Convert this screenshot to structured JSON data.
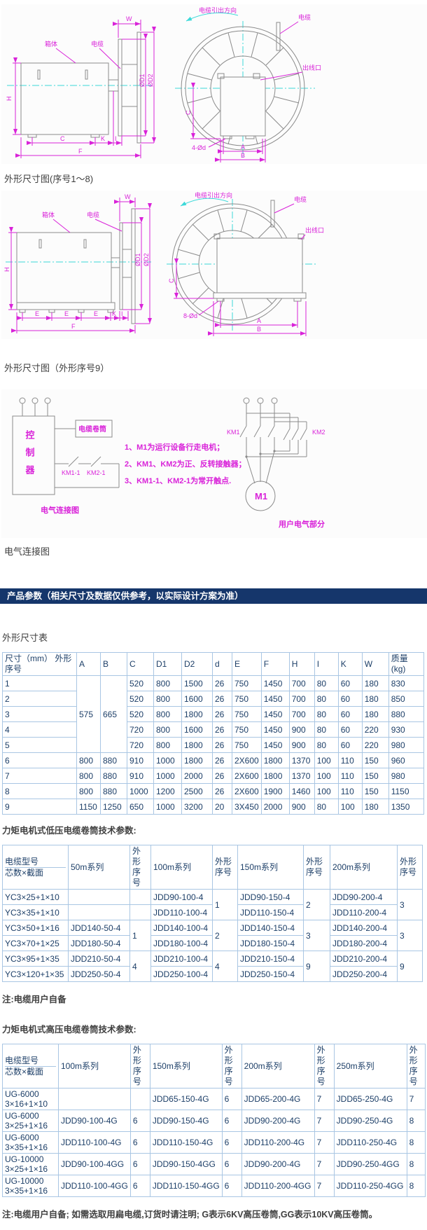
{
  "banner": {
    "title": "产品参数（相关尺寸及数据仅供参考，以实际设计方案为准）"
  },
  "sections": {
    "dim_table_title": "外形尺寸表",
    "lv_title": "力矩电机式低压电缆卷筒技术参数:",
    "lv_note": "注:电缆用户自备",
    "hv_title": "力矩电机式高压电缆卷筒技术参数:",
    "hv_note": "注:电缆用户自备; 如需选取用扁电缆,订货时请注明; G表示6KV高压卷筒,GG表示10KV高压卷筒。"
  },
  "colors": {
    "banner_bg": "#15366b",
    "table_border": "#a9c6e3",
    "table_text": "#1d3f68",
    "dimension_line": "#d923d9",
    "centerline": "#3cd9d9",
    "drawing_line": "#8b8b8b"
  },
  "figures": {
    "fig1": {
      "caption": "外形尺寸图(序号1～8)",
      "labels": {
        "body": "箱体",
        "cable_side": "电缆",
        "w": "W",
        "h": "H",
        "c_bottom": "C",
        "k": "K",
        "i": "I",
        "f": "F",
        "d1": "ØD1",
        "d2": "ØD2",
        "direction": "电缆引出方向",
        "cable_front": "电缆",
        "outlet": "出线口",
        "c_front": "C",
        "bolts": "4-Ød",
        "a": "A",
        "b": "B"
      }
    },
    "fig2": {
      "caption": "外形尺寸图（外形序号9）",
      "labels": {
        "body": "箱体",
        "cable_side": "电缆",
        "w": "W",
        "h": "H",
        "e": "E",
        "k": "K",
        "i": "I",
        "f": "F",
        "d1": "ØD1",
        "d2": "ØD2",
        "direction": "电缆引出方向",
        "cable_front": "电缆",
        "outlet": "出线口",
        "c_front": "C",
        "bolts": "8-Ød",
        "a": "A",
        "b": "B"
      }
    },
    "fig3": {
      "caption": "电气连接图",
      "labels": {
        "controller": "控制器",
        "reel_box": "电缆卷筒",
        "km1_aux": "KM1-1",
        "km2_aux": "KM2-1",
        "note1": "1、M1为运行设备行走电机；",
        "note2": "2、KM1、KM2为正、反转接触器；",
        "note3": "3、KM1-1、KM2-1为常开触点.",
        "km1": "KM1",
        "km2": "KM2",
        "m1": "M1",
        "diagram_label": "电气连接图",
        "user_side": "用户电气部分"
      }
    }
  },
  "tables": {
    "dimensions": {
      "headers": [
        "尺寸（mm） 外形序号",
        "A",
        "B",
        "C",
        "D1",
        "D2",
        "d",
        "E",
        "F",
        "H",
        "I",
        "K",
        "W",
        "质量(kg)"
      ],
      "rows": [
        [
          "1",
          {
            "t": "575",
            "rs": 5
          },
          {
            "t": "665",
            "rs": 5
          },
          "520",
          "800",
          "1500",
          "26",
          "750",
          "1450",
          "700",
          "80",
          "60",
          "180",
          "830"
        ],
        [
          "2",
          "520",
          "800",
          "1600",
          "26",
          "750",
          "1450",
          "700",
          "80",
          "60",
          "180",
          "850"
        ],
        [
          "3",
          "520",
          "800",
          "1800",
          "26",
          "750",
          "1450",
          "700",
          "80",
          "60",
          "180",
          "880"
        ],
        [
          "4",
          "720",
          "800",
          "1600",
          "26",
          "750",
          "1450",
          "900",
          "80",
          "60",
          "220",
          "930"
        ],
        [
          "5",
          "720",
          "800",
          "1800",
          "26",
          "750",
          "1450",
          "900",
          "80",
          "60",
          "220",
          "980"
        ],
        [
          "6",
          "800",
          "880",
          "910",
          "1000",
          "1800",
          "26",
          "2X600",
          "1800",
          "1370",
          "100",
          "110",
          "150",
          "960"
        ],
        [
          "7",
          "800",
          "880",
          "910",
          "1000",
          "2000",
          "26",
          "2X600",
          "1800",
          "1370",
          "100",
          "110",
          "150",
          "980"
        ],
        [
          "8",
          "800",
          "880",
          "1000",
          "1200",
          "2500",
          "26",
          "2X600",
          "1900",
          "1460",
          "100",
          "110",
          "150",
          "1150"
        ],
        [
          "9",
          "1150",
          "1250",
          "650",
          "1000",
          "3200",
          "20",
          "3X450",
          "2000",
          "900",
          "80",
          "100",
          "180",
          "1350"
        ]
      ]
    },
    "low_voltage": {
      "headers": [
        {
          "lines": [
            "电缆型号",
            "芯数×截面"
          ],
          "split": true
        },
        "50m系列",
        "外形序号",
        "100m系列",
        "外形序号",
        "150m系列",
        "外形序号",
        "200m系列",
        "外形序号"
      ],
      "rows": [
        [
          "YC3×25+1×10",
          "",
          "",
          "JDD90-100-4",
          {
            "t": "1",
            "rs": 2
          },
          "JDD90-150-4",
          {
            "t": "2",
            "rs": 2
          },
          "JDD90-200-4",
          {
            "t": "3",
            "rs": 2
          }
        ],
        [
          "YC3×35+1×10",
          "",
          "",
          "JDD110-100-4",
          "JDD110-150-4",
          "JDD110-200-4"
        ],
        [
          "YC3×50+1×16",
          "JDD140-50-4",
          {
            "t": "1",
            "rs": 2
          },
          "JDD140-100-4",
          {
            "t": "2",
            "rs": 2
          },
          "JDD140-150-4",
          {
            "t": "3",
            "rs": 2
          },
          "JDD140-200-4",
          {
            "t": "3",
            "rs": 2
          }
        ],
        [
          "YC3×70+1×25",
          "JDD180-50-4",
          "JDD180-100-4",
          "JDD180-150-4",
          "JDD180-200-4"
        ],
        [
          "YC3×95+1×35",
          "JDD210-50-4",
          {
            "t": "4",
            "rs": 2
          },
          "JDD210-100-4",
          {
            "t": "4",
            "rs": 2
          },
          "JDD210-150-4",
          {
            "t": "9",
            "rs": 2
          },
          "JDD210-200-4",
          {
            "t": "9",
            "rs": 2
          }
        ],
        [
          "YC3×120+1×35",
          "JDD250-50-4",
          "JDD250-100-4",
          "JDD250-150-4",
          "JDD250-200-4"
        ]
      ]
    },
    "high_voltage": {
      "headers": [
        {
          "lines": [
            "电缆型号",
            "芯数×截面"
          ],
          "split": true
        },
        "100m系列",
        "外形序号",
        "150m系列",
        "外形序号",
        "200m系列",
        "外形序号",
        "250m系列",
        "外形序号"
      ],
      "rows": [
        [
          {
            "lines": [
              "UG-6000",
              "3×16+1×10"
            ]
          },
          "",
          "",
          "JDD65-150-4G",
          "6",
          "JDD65-200-4G",
          "7",
          "JDD65-250-4G",
          "7"
        ],
        [
          {
            "lines": [
              "UG-6000",
              "3×25+1×16"
            ]
          },
          "JDD90-100-4G",
          "6",
          "JDD90-150-4G",
          "6",
          "JDD90-200-4G",
          "7",
          "JDD90-250-4G",
          "8"
        ],
        [
          {
            "lines": [
              "UG-6000",
              "3×35+1×16"
            ]
          },
          "JDD110-100-4G",
          "6",
          "JDD110-150-4G",
          "6",
          "JDD110-200-4G",
          "7",
          "JDD110-250-4G",
          "8"
        ],
        [
          {
            "lines": [
              "UG-10000",
              "3×25+1×16"
            ]
          },
          "JDD90-100-4GG",
          "6",
          "JDD90-150-4GG",
          "6",
          "JDD90-200-4G",
          "7",
          "JDD90-250-4GG",
          "8"
        ],
        [
          {
            "lines": [
              "UG-10000",
              "3×35+1×16"
            ]
          },
          "JDD110-100-4GG",
          "6",
          "JDD110-150-4GG",
          "6",
          "JDD110-200-4GG",
          "7",
          "JDD110-250-4GG",
          "8"
        ]
      ]
    }
  }
}
